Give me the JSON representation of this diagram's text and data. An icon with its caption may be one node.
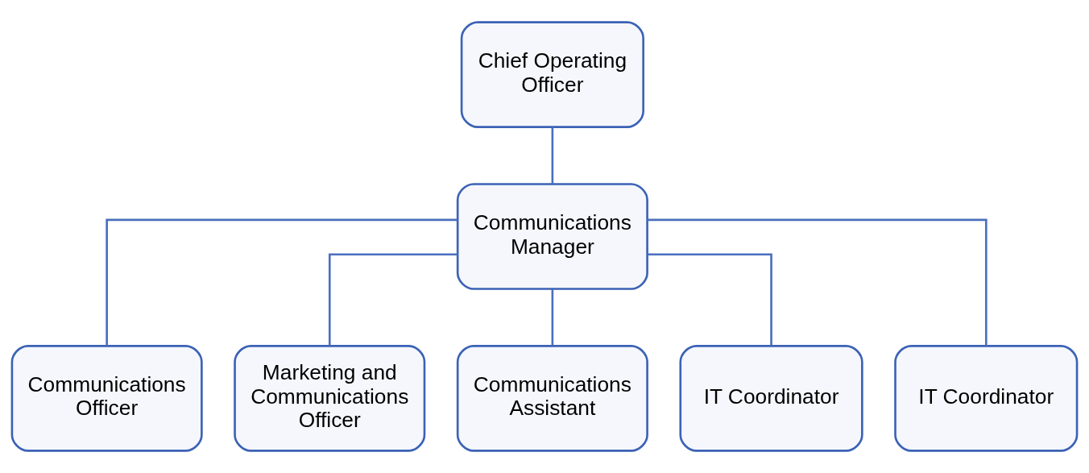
{
  "diagram": {
    "nodes": [
      {
        "text": [
          "Chief Operating Officer"
        ]
      },
      {
        "text": [
          "Communications Manager"
        ]
      },
      {
        "text": [
          "Communications Officer"
        ]
      },
      {
        "text": [
          "Marketing and Communications Officer"
        ]
      },
      {
        "text": [
          "Communications Assistant"
        ]
      },
      {
        "text": [
          "IT Coordinator"
        ]
      },
      {
        "text": [
          "IT Coordinator"
        ]
      }
    ],
    "edges": [
      {
        "from": 0,
        "to": 1,
        "arrow": "none"
      },
      {
        "from": 1,
        "to": 2,
        "arrow": "none"
      },
      {
        "from": 1,
        "to": 3,
        "arrow": "none"
      },
      {
        "from": 1,
        "to": 4,
        "arrow": "none"
      },
      {
        "from": 1,
        "to": 5,
        "arrow": "none"
      },
      {
        "from": 1,
        "to": 6,
        "arrow": "none"
      }
    ]
  }
}
